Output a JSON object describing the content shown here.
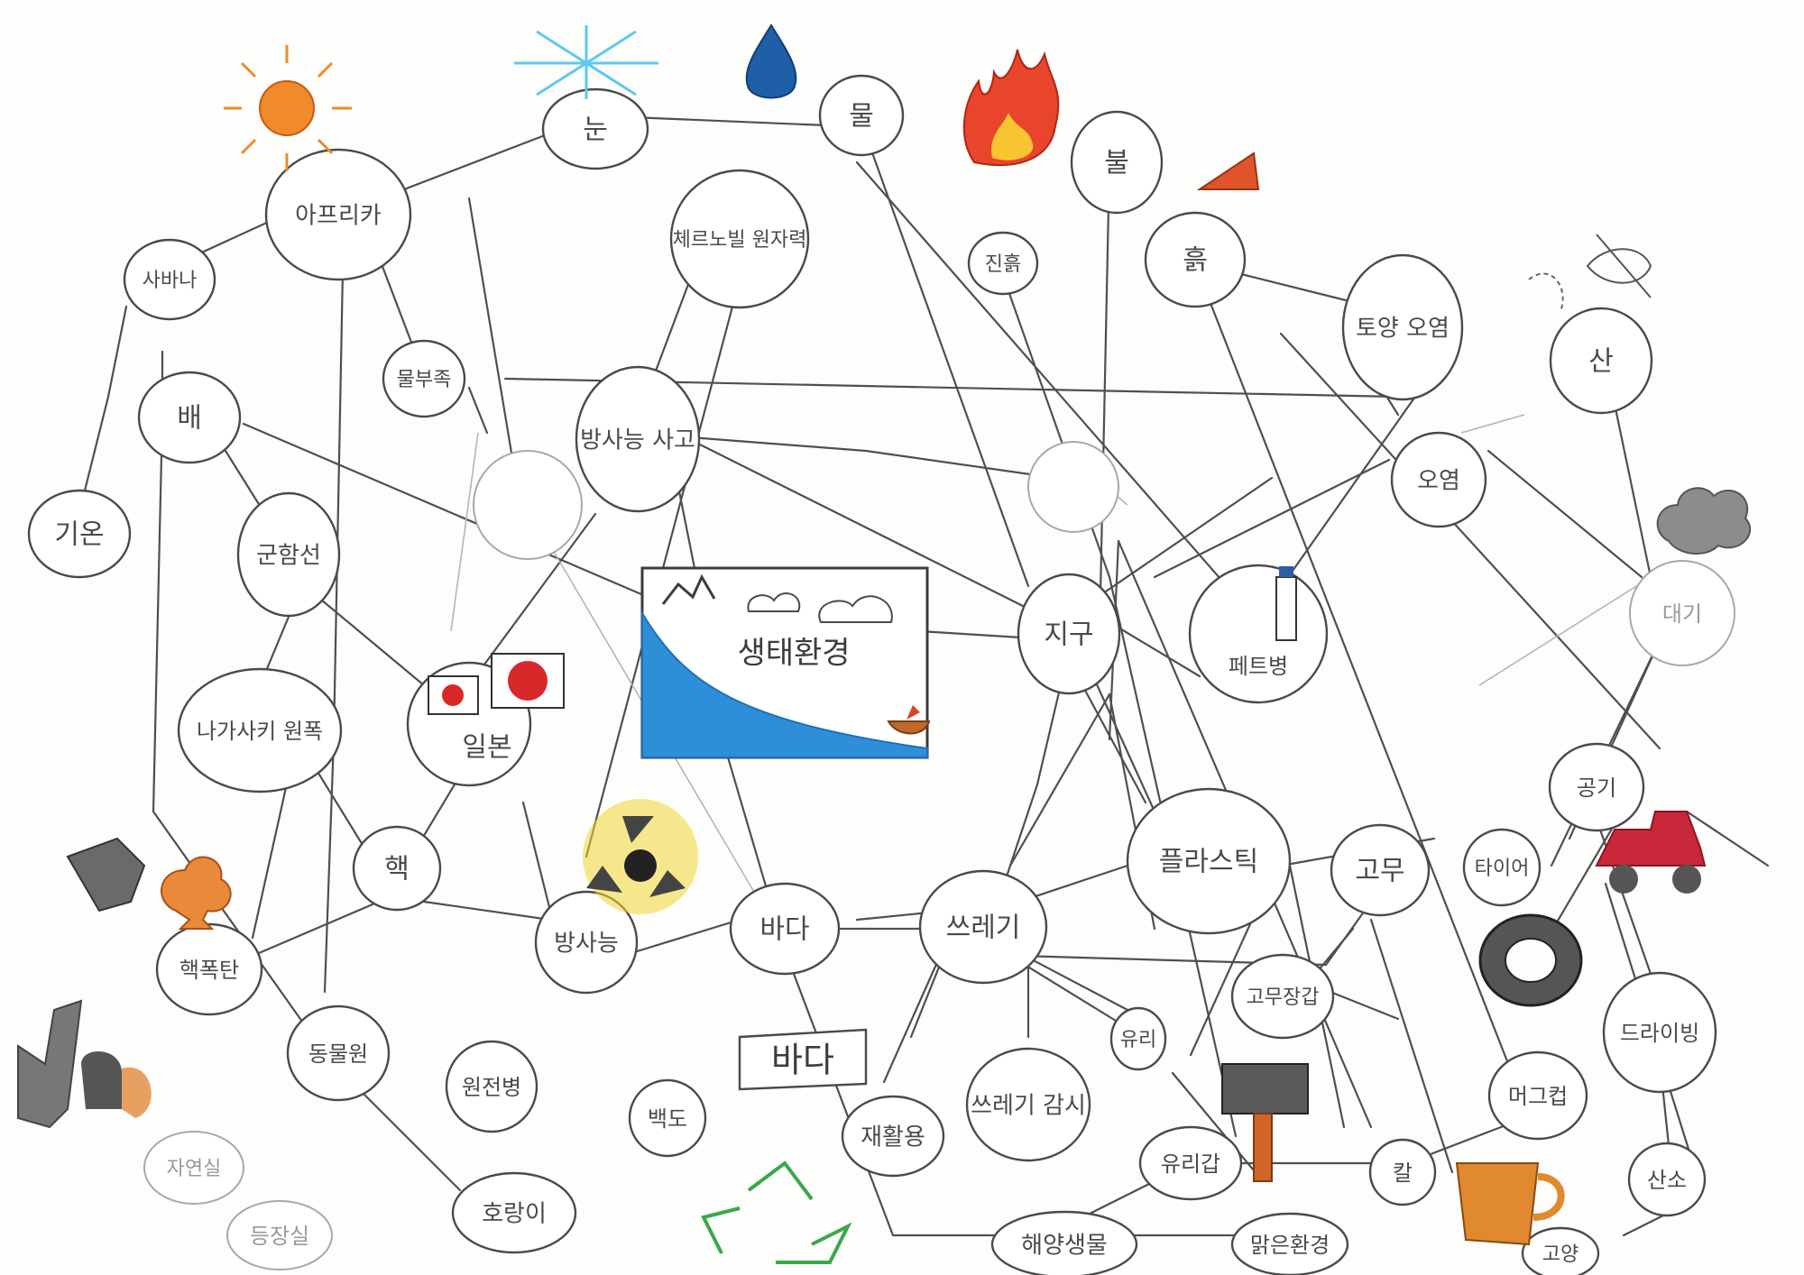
{
  "center": {
    "label": "생태환경"
  },
  "nodes": {
    "nun": "눈",
    "mul": "물",
    "africa": "아프리카",
    "savanna": "사바나",
    "giwon": "기온",
    "bae": "배",
    "gunhamseon": "군함선",
    "nagasaki": "나가사키 원폭",
    "ilbon": "일본",
    "haek": "핵",
    "haekpokhan": "핵폭탄",
    "dongmul": "동물원",
    "jayeonsil": "자연실",
    "deungjangsil": "등장실",
    "mulbukkot": "물부족",
    "bangsaneung_sago": "방사능 사고",
    "chernobyl": "체르노빌 원자력",
    "bangsaneung": "방사능",
    "wonjeon": "원전병",
    "baekdo": "백도",
    "hoengi": "호랑이",
    "bada": "바다",
    "badabox": "바다",
    "sseuregi": "쓰레기",
    "sseuregi_gamsi": "쓰레기 감시",
    "jaehwalyong": "재활용",
    "haeyang": "해양생물",
    "malgeunhwangyeong": "맑은환경",
    "yuri": "유리",
    "yurigap": "유리갑",
    "kal": "칼",
    "plastic": "플라스틱",
    "gomu": "고무",
    "gomuyeong": "고무장갑",
    "taieo": "타이어",
    "magkeop": "머그컵",
    "jigu": "지구",
    "petbyeong": "페트병",
    "bul": "불",
    "heuk": "흙",
    "jinhuk": "진흙",
    "toyang": "토양 오염",
    "oyeom": "오염",
    "san": "산",
    "daegi": "대기",
    "gonggi": "공기",
    "jadongcha": "자동차",
    "deurai": "드라이빙",
    "sanso": "산소",
    "goaji": "고양"
  },
  "icons": {
    "sun": "sun-icon",
    "snowflake": "snowflake-icon",
    "waterdrop": "waterdrop-icon",
    "fire": "fire-icon",
    "soil": "soil-icon",
    "cloud": "cloud-icon",
    "radiation": "radiation-icon",
    "recycle": "recycle-icon",
    "car": "car-icon",
    "tire": "tire-icon",
    "hammer": "hammer-icon",
    "mug": "mug-icon",
    "explosion": "explosion-icon",
    "flag": "japan-flag-icon",
    "leaf": "leaf-icon",
    "tree": "tree-icon"
  },
  "colors": {
    "ink": "#4a4a4a",
    "sea": "#2e8fd8",
    "sun": "#f08a2a",
    "snow": "#5fc8ee",
    "drop": "#1f5fa8",
    "fire": "#e8452a",
    "radiation": "#f2d530",
    "recycle": "#3aa84a",
    "car": "#c8283a"
  }
}
